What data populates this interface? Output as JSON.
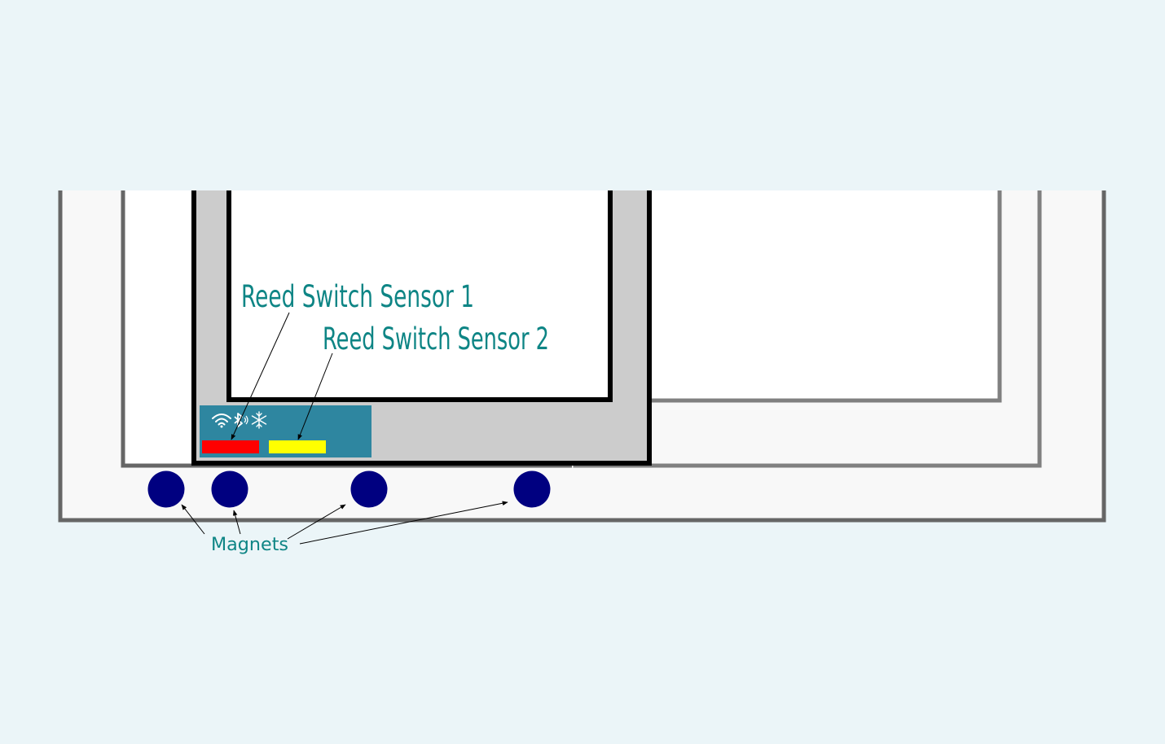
{
  "labels": {
    "sensor_1": "Reed Switch Sensor  1",
    "sensor_2": "Reed Switch Sensor 2",
    "magnets": "Magnets"
  },
  "colors": {
    "background": "#ebf5f8",
    "outer_frame_fill": "#f8f8f8",
    "outer_frame_stroke": "#666666",
    "sash_fill": "#cccccc",
    "sash_stroke": "#000000",
    "right_sash_stroke": "#808080",
    "sensor_module": "#2e86a0",
    "sensor_1": "#ff0000",
    "sensor_2": "#ffff00",
    "magnet": "#000080",
    "label_text": "#0e8585",
    "arrow": "#000000",
    "icon": "#ffffff"
  },
  "icons": {
    "module_icons": [
      "wifi-icon",
      "bluetooth-icon",
      "snowflake-icon"
    ]
  }
}
